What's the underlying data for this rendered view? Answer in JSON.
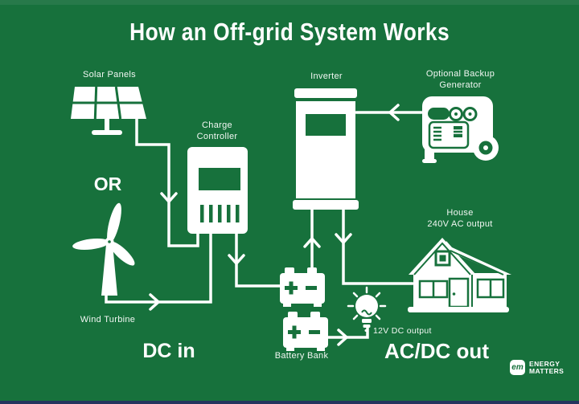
{
  "title": "How an Off-grid System Works",
  "colors": {
    "background": "#17713C",
    "foreground": "#FFFFFF",
    "top_edge": "#27794A",
    "bottom_edge": "#24345E"
  },
  "labels": {
    "solar_panels": "Solar Panels",
    "or_divider": "OR",
    "wind_turbine": "Wind Turbine",
    "charge_controller": [
      "Charge",
      "Controller"
    ],
    "inverter": "Inverter",
    "backup_generator": [
      "Optional Backup",
      "Generator"
    ],
    "house": [
      "House",
      "240V AC output"
    ],
    "battery_bank": "Battery Bank",
    "dc_output": "12V DC output",
    "dc_in": "DC in",
    "ac_dc_out": "AC/DC out"
  },
  "connections": [
    {
      "from": "Solar Panels",
      "to": "Charge Controller"
    },
    {
      "from": "Wind Turbine",
      "to": "Charge Controller"
    },
    {
      "from": "Charge Controller",
      "to": "Battery Bank"
    },
    {
      "from": "Battery Bank",
      "to": "Inverter"
    },
    {
      "from": "Inverter",
      "to": "House"
    },
    {
      "from": "Battery Bank",
      "to": "12V DC output"
    },
    {
      "from": "Optional Backup Generator",
      "to": "Inverter"
    }
  ],
  "logo": {
    "mark": "em",
    "line1": "ENERGY",
    "line2": "MATTERS"
  }
}
